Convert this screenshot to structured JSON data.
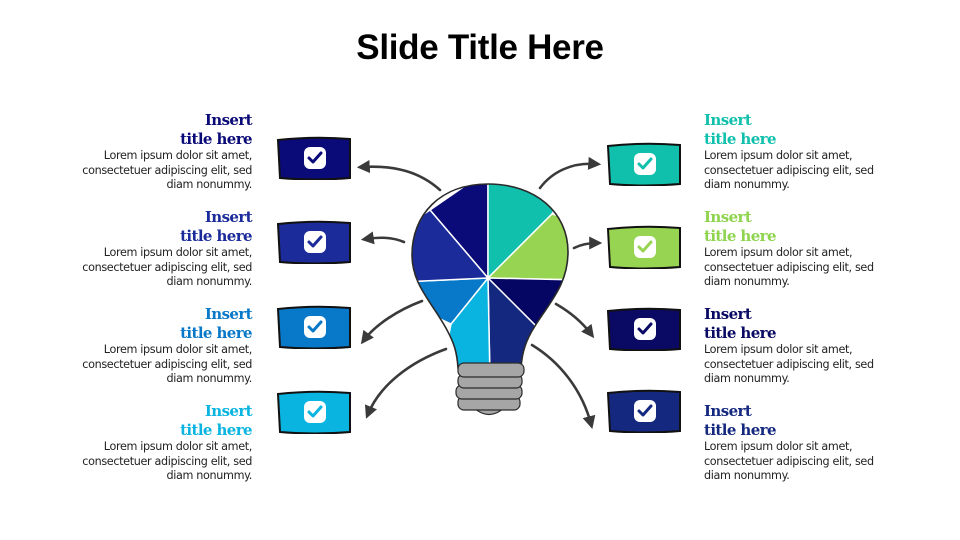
{
  "slide": {
    "title": "Slide Title Here"
  },
  "items": [
    {
      "side": "left",
      "title_line1": "Insert",
      "title_line2": "title here",
      "body": "Lorem ipsum dolor sit amet, consectetuer adipiscing elit, sed diam nonummy.",
      "color": "#0a0a78",
      "icon": "check-icon"
    },
    {
      "side": "left",
      "title_line1": "Insert",
      "title_line2": "title here",
      "body": "Lorem ipsum dolor sit amet, consectetuer adipiscing elit, sed diam nonummy.",
      "color": "#1b2b9a",
      "icon": "check-icon"
    },
    {
      "side": "left",
      "title_line1": "Insert",
      "title_line2": "title here",
      "body": "Lorem ipsum dolor sit amet, consectetuer adipiscing elit, sed diam nonummy.",
      "color": "#0878c8",
      "icon": "check-icon"
    },
    {
      "side": "left",
      "title_line1": "Insert",
      "title_line2": "title here",
      "body": "Lorem ipsum dolor sit amet, consectetuer adipiscing elit, sed diam nonummy.",
      "color": "#0ab4e0",
      "icon": "check-icon"
    },
    {
      "side": "right",
      "title_line1": "Insert",
      "title_line2": "title here",
      "body": "Lorem ipsum dolor sit amet, consectetuer adipiscing elit, sed diam nonummy.",
      "color": "#10c0ac",
      "icon": "check-icon"
    },
    {
      "side": "right",
      "title_line1": "Insert",
      "title_line2": "title here",
      "body": "Lorem ipsum dolor sit amet, consectetuer adipiscing elit, sed diam nonummy.",
      "color": "#8ed44e",
      "icon": "check-icon"
    },
    {
      "side": "right",
      "title_line1": "Insert",
      "title_line2": "title here",
      "body": "Lorem ipsum dolor sit amet, consectetuer adipiscing elit, sed diam nonummy.",
      "color": "#0a0a64",
      "icon": "check-icon"
    },
    {
      "side": "right",
      "title_line1": "Insert",
      "title_line2": "title here",
      "body": "Lorem ipsum dolor sit amet, consectetuer adipiscing elit, sed diam nonummy.",
      "color": "#15287f",
      "icon": "check-icon"
    }
  ],
  "bulb": {
    "segment_colors": [
      "#0a0a78",
      "#10c0ac",
      "#96d452",
      "#050564",
      "#15287f",
      "#0ab4e0",
      "#0878c8",
      "#1b2b9a"
    ],
    "base_color": "#a6a6a6"
  },
  "colors": {
    "arrow": "#3a3a3a",
    "body_text": "#222222"
  }
}
